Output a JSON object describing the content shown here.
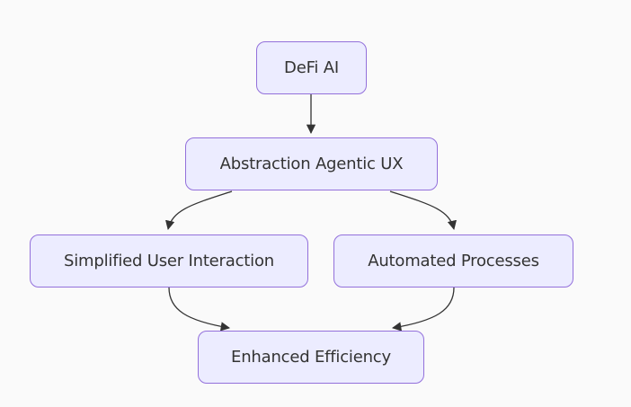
{
  "diagram": {
    "nodes": [
      {
        "id": "defi",
        "label": "DeFi AI"
      },
      {
        "id": "abstraction",
        "label": "Abstraction Agentic UX"
      },
      {
        "id": "simplified",
        "label": "Simplified User Interaction"
      },
      {
        "id": "automated",
        "label": "Automated Processes"
      },
      {
        "id": "enhanced",
        "label": "Enhanced Efficiency"
      }
    ],
    "edges": [
      {
        "from": "defi",
        "to": "abstraction"
      },
      {
        "from": "abstraction",
        "to": "simplified"
      },
      {
        "from": "abstraction",
        "to": "automated"
      },
      {
        "from": "simplified",
        "to": "enhanced"
      },
      {
        "from": "automated",
        "to": "enhanced"
      }
    ],
    "colors": {
      "node_fill": "#ececff",
      "node_border": "#9370db",
      "edge": "#333333",
      "text": "#333333",
      "background": "#fafafa"
    }
  }
}
